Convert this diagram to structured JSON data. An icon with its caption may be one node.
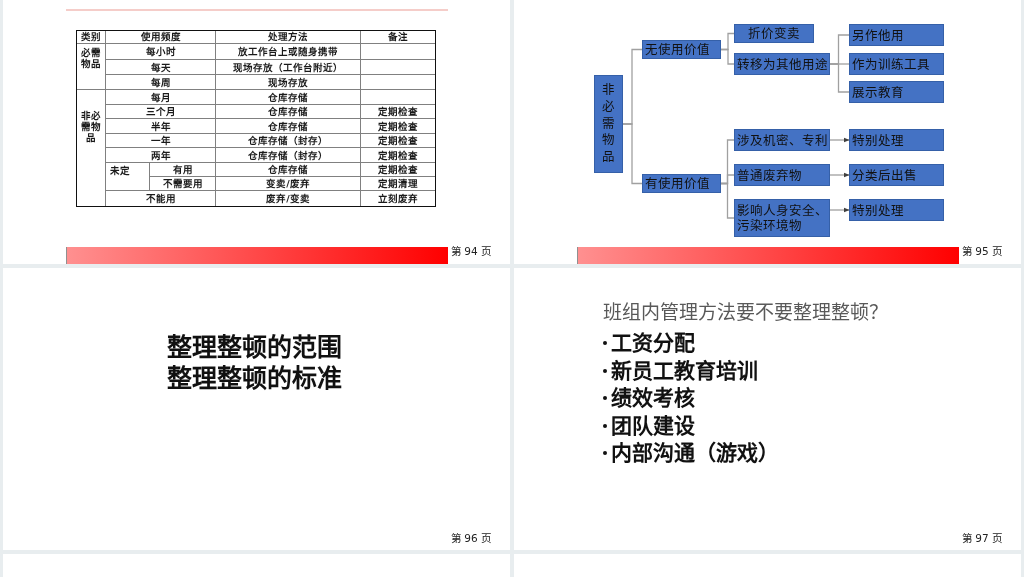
{
  "diagram": {
    "nodes": [
      {
        "text": [
          "非必需物品"
        ]
      },
      {
        "text": [
          "无使用价值"
        ]
      },
      {
        "text": [
          "有使用价值"
        ]
      },
      {
        "text": [
          "折价变卖"
        ]
      },
      {
        "text": [
          "转移为其他用途"
        ]
      },
      {
        "text": [
          "涉及机密、专利"
        ]
      },
      {
        "text": [
          "普通废弃物"
        ]
      },
      {
        "text": [
          "影响人身安全、污染环境物"
        ]
      },
      {
        "text": [
          "另作他用"
        ]
      },
      {
        "text": [
          "作为训练工具"
        ]
      },
      {
        "text": [
          "展示教育"
        ]
      },
      {
        "text": [
          "特别处理"
        ]
      },
      {
        "text": [
          "分类后出售"
        ]
      },
      {
        "text": [
          "特别处理"
        ]
      }
    ],
    "edges": [
      {
        "from": 0,
        "to": 1,
        "arrow": "none"
      },
      {
        "from": 0,
        "to": 2,
        "arrow": "none"
      },
      {
        "from": 1,
        "to": 3,
        "arrow": "none"
      },
      {
        "from": 1,
        "to": 4,
        "arrow": "none"
      },
      {
        "from": 4,
        "to": 8,
        "arrow": "none"
      },
      {
        "from": 4,
        "to": 9,
        "arrow": "none"
      },
      {
        "from": 4,
        "to": 10,
        "arrow": "none"
      },
      {
        "from": 2,
        "to": 5,
        "arrow": "none"
      },
      {
        "from": 2,
        "to": 6,
        "arrow": "none"
      },
      {
        "from": 2,
        "to": 7,
        "arrow": "none"
      },
      {
        "from": 5,
        "to": 11,
        "arrow": "to"
      },
      {
        "from": 6,
        "to": 12,
        "arrow": "to"
      },
      {
        "from": 7,
        "to": 13,
        "arrow": "to"
      }
    ],
    "labels": [
      "类别",
      "使用频度",
      "处理方法",
      "备注",
      "必需物品",
      "每小时",
      "放工作台上或随身携带",
      "每天",
      "现场存放（工作台附近）",
      "每周",
      "现场存放",
      "非必需物品",
      "每月",
      "仓库存储",
      "三个月",
      "仓库存储",
      "定期检查",
      "半年",
      "仓库存储",
      "定期检查",
      "一年",
      "仓库存储（封存）",
      "定期检查",
      "两年",
      "仓库存储（封存）",
      "定期检查",
      "未定",
      "有用",
      "仓库存储",
      "定期检查",
      "不需要用",
      "变卖/废弃",
      "定期清理",
      "不能用",
      "废弃/变卖",
      "立刻废弃",
      "第 94 页",
      "第 95 页",
      "整理整顿的范围",
      "整理整顿的标准",
      "第 96 页",
      "班组内管理方法要不要整理整顿？",
      "工资分配",
      "新员工教育培训",
      "绩效考核",
      "团队建设",
      "内部沟通（游戏）",
      "第 97 页"
    ]
  }
}
